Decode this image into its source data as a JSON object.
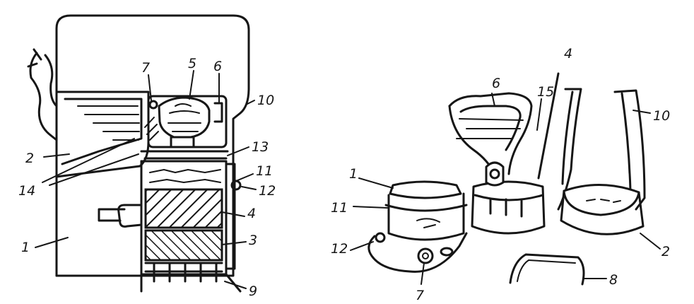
{
  "left_figure": {
    "labels": [
      "7",
      "5",
      "6",
      "10",
      "2",
      "13",
      "14",
      "11",
      "12",
      "4",
      "1",
      "3",
      "9"
    ]
  },
  "right_figure": {
    "labels": [
      "4",
      "6",
      "15",
      "10",
      "1",
      "11",
      "12",
      "7",
      "2",
      "8"
    ]
  }
}
